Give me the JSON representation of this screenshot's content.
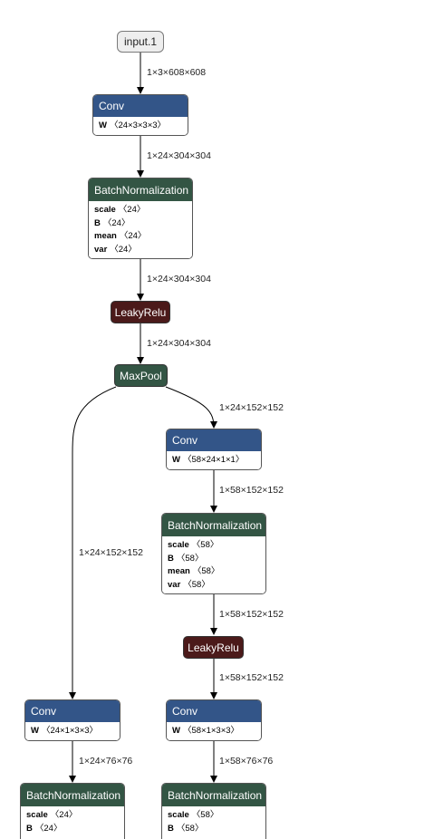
{
  "input": {
    "label": "input.1"
  },
  "left": {
    "conv1": {
      "op": "Conv",
      "attrs": [
        {
          "k": "W",
          "v": "〈24×3×3×3〉"
        }
      ]
    },
    "bn1": {
      "op": "BatchNormalization",
      "attrs": [
        {
          "k": "scale",
          "v": "〈24〉"
        },
        {
          "k": "B",
          "v": "〈24〉"
        },
        {
          "k": "mean",
          "v": "〈24〉"
        },
        {
          "k": "var",
          "v": "〈24〉"
        }
      ]
    },
    "relu1": {
      "op": "LeakyRelu"
    },
    "pool1": {
      "op": "MaxPool"
    },
    "conv_l": {
      "op": "Conv",
      "attrs": [
        {
          "k": "W",
          "v": "〈24×1×3×3〉"
        }
      ]
    },
    "bn_l": {
      "op": "BatchNormalization",
      "attrs": [
        {
          "k": "scale",
          "v": "〈24〉"
        },
        {
          "k": "B",
          "v": "〈24〉"
        }
      ]
    }
  },
  "right": {
    "conv2": {
      "op": "Conv",
      "attrs": [
        {
          "k": "W",
          "v": "〈58×24×1×1〉"
        }
      ]
    },
    "bn2": {
      "op": "BatchNormalization",
      "attrs": [
        {
          "k": "scale",
          "v": "〈58〉"
        },
        {
          "k": "B",
          "v": "〈58〉"
        },
        {
          "k": "mean",
          "v": "〈58〉"
        },
        {
          "k": "var",
          "v": "〈58〉"
        }
      ]
    },
    "relu2": {
      "op": "LeakyRelu"
    },
    "conv_r": {
      "op": "Conv",
      "attrs": [
        {
          "k": "W",
          "v": "〈58×1×3×3〉"
        }
      ]
    },
    "bn_r": {
      "op": "BatchNormalization",
      "attrs": [
        {
          "k": "scale",
          "v": "〈58〉"
        },
        {
          "k": "B",
          "v": "〈58〉"
        }
      ]
    }
  },
  "edges": {
    "e1": "1×3×608×608",
    "e2": "1×24×304×304",
    "e3": "1×24×304×304",
    "e4": "1×24×304×304",
    "e5": "1×24×152×152",
    "e6": "1×58×152×152",
    "e7": "1×58×152×152",
    "e8": "1×58×152×152",
    "e9": "1×24×152×152",
    "e10": "1×24×76×76",
    "e11": "1×58×76×76"
  },
  "colors": {
    "conv_header": "#335588",
    "bn_header": "#335544",
    "relu": "#4b1a1a",
    "pool": "#335544",
    "edge": "#000000"
  }
}
